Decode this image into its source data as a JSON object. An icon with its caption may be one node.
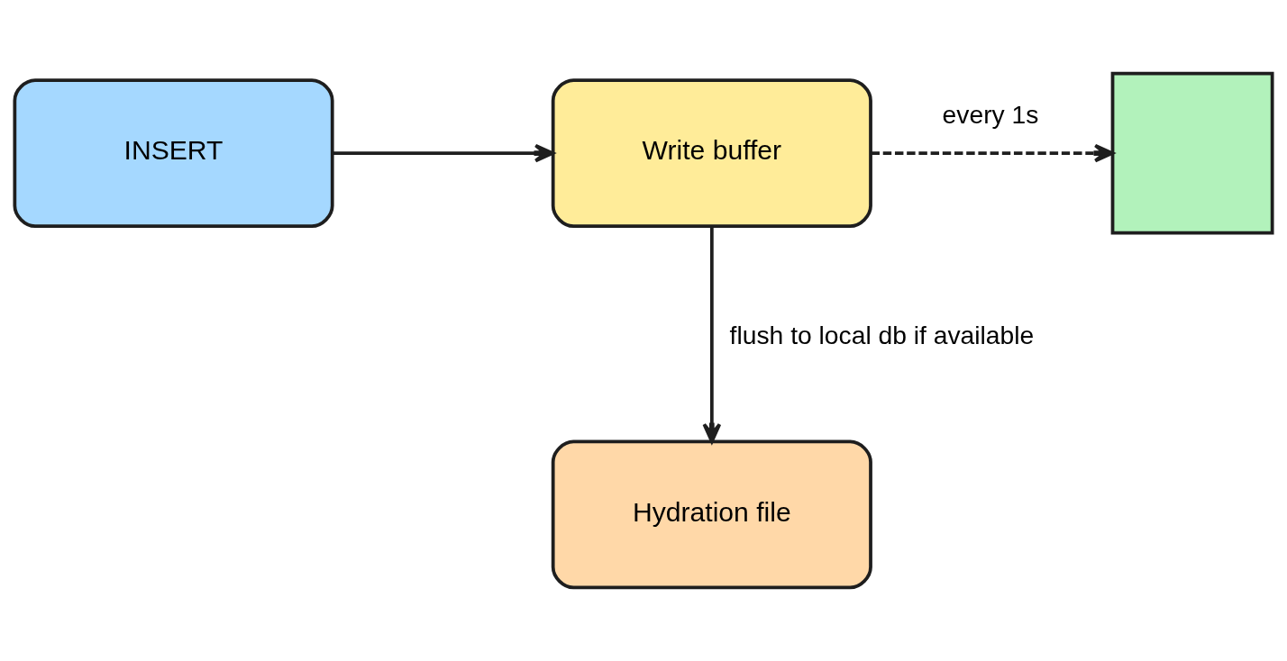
{
  "diagram": {
    "nodes": [
      {
        "text": [
          "INSERT"
        ]
      },
      {
        "text": [
          "Write buffer"
        ]
      },
      {
        "text": [],
        "shape": "box"
      },
      {
        "text": [
          "Hydration file"
        ]
      }
    ],
    "edges": [
      {
        "from": 0,
        "to": 1,
        "arrow": "to"
      },
      {
        "from": 1,
        "to": 2,
        "arrow": "to",
        "label": "every 1s",
        "style": "dashed"
      },
      {
        "from": 1,
        "to": 3,
        "arrow": "to",
        "label": "flush to local db if available"
      }
    ]
  }
}
